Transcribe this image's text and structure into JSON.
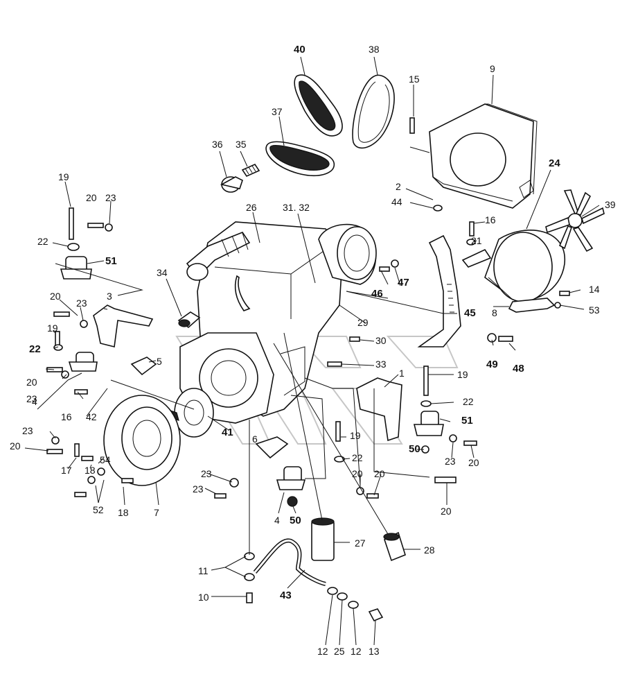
{
  "callouts": [
    {
      "text": "40",
      "bold": true
    },
    {
      "text": "38",
      "bold": false
    },
    {
      "text": "15",
      "bold": false
    },
    {
      "text": "9",
      "bold": false
    },
    {
      "text": "37",
      "bold": false
    },
    {
      "text": "36",
      "bold": false
    },
    {
      "text": "35",
      "bold": false
    },
    {
      "text": "19",
      "bold": false
    },
    {
      "text": "20",
      "bold": false
    },
    {
      "text": "23",
      "bold": false
    },
    {
      "text": "22",
      "bold": false
    },
    {
      "text": "51",
      "bold": true
    },
    {
      "text": "26",
      "bold": false
    },
    {
      "text": "31. 32",
      "bold": false
    },
    {
      "text": "2",
      "bold": false
    },
    {
      "text": "44",
      "bold": false
    },
    {
      "text": "24",
      "bold": true
    },
    {
      "text": "39",
      "bold": false
    },
    {
      "text": "16",
      "bold": false
    },
    {
      "text": "21",
      "bold": false
    },
    {
      "text": "34",
      "bold": false
    },
    {
      "text": "47",
      "bold": true
    },
    {
      "text": "46",
      "bold": true
    },
    {
      "text": "14",
      "bold": false
    },
    {
      "text": "8",
      "bold": false
    },
    {
      "text": "53",
      "bold": false
    },
    {
      "text": "20",
      "bold": false
    },
    {
      "text": "23",
      "bold": false
    },
    {
      "text": "3",
      "bold": false
    },
    {
      "text": "45",
      "bold": true
    },
    {
      "text": "29",
      "bold": false
    },
    {
      "text": "19",
      "bold": false
    },
    {
      "text": "22",
      "bold": true
    },
    {
      "text": "30",
      "bold": false
    },
    {
      "text": "49",
      "bold": true
    },
    {
      "text": "48",
      "bold": true
    },
    {
      "text": "5",
      "bold": false
    },
    {
      "text": "33",
      "bold": false
    },
    {
      "text": "20",
      "bold": false
    },
    {
      "text": "23",
      "bold": false
    },
    {
      "text": "1",
      "bold": false
    },
    {
      "text": "19",
      "bold": false
    },
    {
      "text": "4",
      "bold": false
    },
    {
      "text": "16",
      "bold": false
    },
    {
      "text": "42",
      "bold": false
    },
    {
      "text": "22",
      "bold": false
    },
    {
      "text": "51",
      "bold": true
    },
    {
      "text": "41",
      "bold": true
    },
    {
      "text": "19",
      "bold": false
    },
    {
      "text": "23",
      "bold": false
    },
    {
      "text": "20",
      "bold": false
    },
    {
      "text": "6",
      "bold": false
    },
    {
      "text": "50",
      "bold": true
    },
    {
      "text": "22",
      "bold": false
    },
    {
      "text": "23",
      "bold": false
    },
    {
      "text": "20",
      "bold": false
    },
    {
      "text": "54",
      "bold": false
    },
    {
      "text": "17",
      "bold": false
    },
    {
      "text": "18",
      "bold": false
    },
    {
      "text": "23",
      "bold": false
    },
    {
      "text": "20",
      "bold": false
    },
    {
      "text": "23",
      "bold": false
    },
    {
      "text": "20",
      "bold": false
    },
    {
      "text": "52",
      "bold": false
    },
    {
      "text": "18",
      "bold": false
    },
    {
      "text": "7",
      "bold": false
    },
    {
      "text": "4",
      "bold": false
    },
    {
      "text": "50",
      "bold": true
    },
    {
      "text": "20",
      "bold": false
    },
    {
      "text": "27",
      "bold": false
    },
    {
      "text": "28",
      "bold": false
    },
    {
      "text": "11",
      "bold": false
    },
    {
      "text": "43",
      "bold": true
    },
    {
      "text": "10",
      "bold": false
    },
    {
      "text": "12",
      "bold": false
    },
    {
      "text": "25",
      "bold": false
    },
    {
      "text": "12",
      "bold": false
    },
    {
      "text": "13",
      "bold": false
    }
  ]
}
